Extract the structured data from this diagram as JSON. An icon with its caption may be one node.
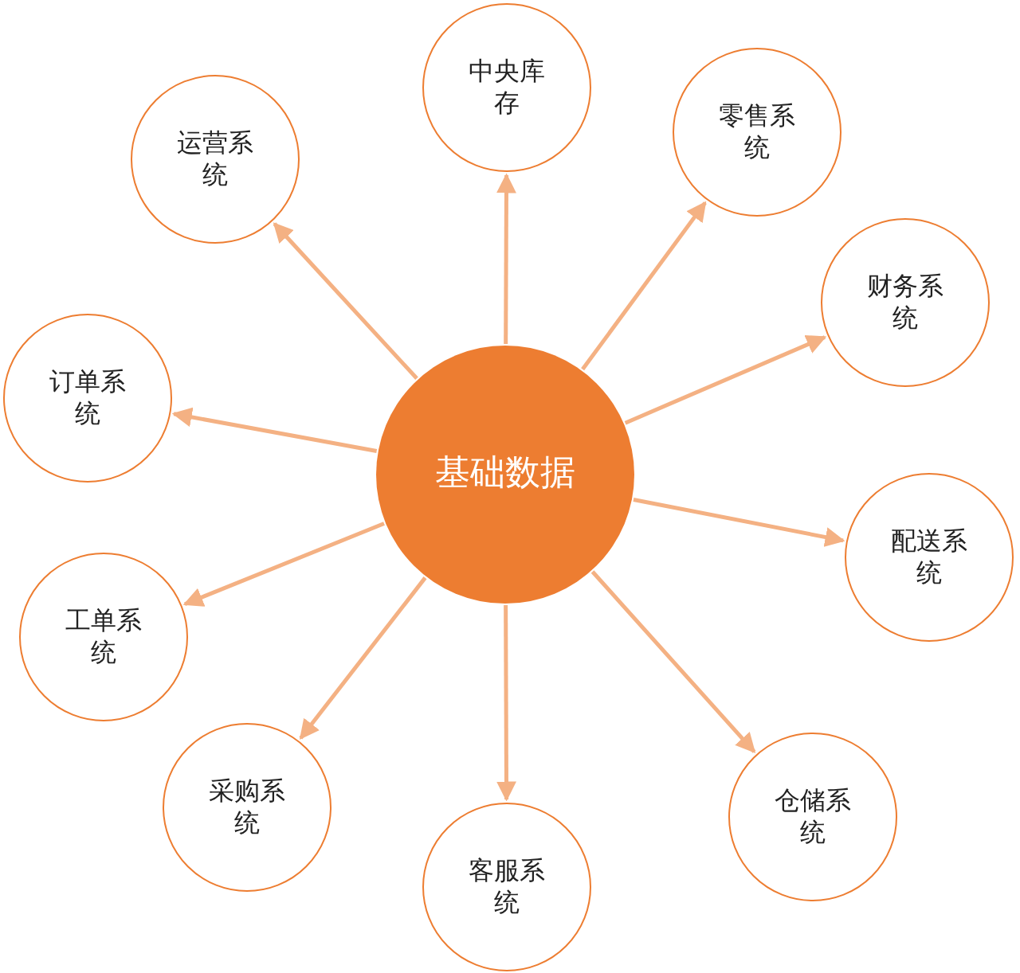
{
  "diagram": {
    "nodes": [
      {
        "text": [
          "基础数据"
        ]
      },
      {
        "text": [
          "中央库存"
        ]
      },
      {
        "text": [
          "零售系统"
        ]
      },
      {
        "text": [
          "财务系统"
        ]
      },
      {
        "text": [
          "配送系统"
        ]
      },
      {
        "text": [
          "仓储系统"
        ]
      },
      {
        "text": [
          "客服系统"
        ]
      },
      {
        "text": [
          "采购系统"
        ]
      },
      {
        "text": [
          "工单系统"
        ]
      },
      {
        "text": [
          "订单系统"
        ]
      },
      {
        "text": [
          "运营系统"
        ]
      }
    ],
    "edges": [
      {
        "from": 0,
        "to": 1,
        "arrow": "to"
      },
      {
        "from": 0,
        "to": 2,
        "arrow": "to"
      },
      {
        "from": 0,
        "to": 3,
        "arrow": "to"
      },
      {
        "from": 0,
        "to": 4,
        "arrow": "to"
      },
      {
        "from": 0,
        "to": 5,
        "arrow": "to"
      },
      {
        "from": 0,
        "to": 6,
        "arrow": "to"
      },
      {
        "from": 0,
        "to": 7,
        "arrow": "to"
      },
      {
        "from": 0,
        "to": 8,
        "arrow": "to"
      },
      {
        "from": 0,
        "to": 9,
        "arrow": "to"
      },
      {
        "from": 0,
        "to": 10,
        "arrow": "to"
      }
    ]
  }
}
